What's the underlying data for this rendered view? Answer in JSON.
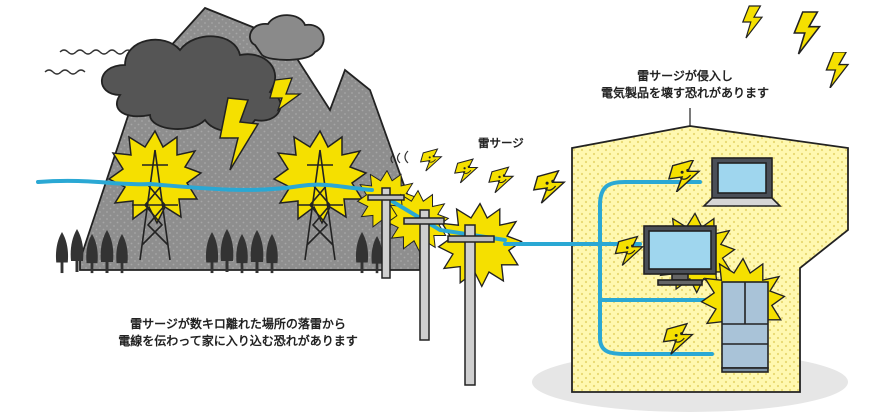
{
  "captions": {
    "house_line1": "雷サージが侵入し",
    "house_line2": "電気製品を壊す恐れがあります",
    "surge_label": "雷サージ",
    "bottom_line1": "雷サージが数キロ離れた場所の落雷から",
    "bottom_line2": "電線を伝わって家に入り込む恐れがあります"
  },
  "colors": {
    "mountain": "#8e8e8e",
    "cloud": "#555555",
    "wire": "#2aa8d4",
    "spark": "#f5e000",
    "house": "#fff8b0",
    "ground": "#e6e6e6"
  },
  "icons": [
    "lightning-bolt-icon",
    "cloud-icon",
    "power-tower-icon",
    "utility-pole-icon",
    "surge-character-icon",
    "laptop-icon",
    "tv-icon",
    "refrigerator-icon",
    "tree-icon"
  ]
}
